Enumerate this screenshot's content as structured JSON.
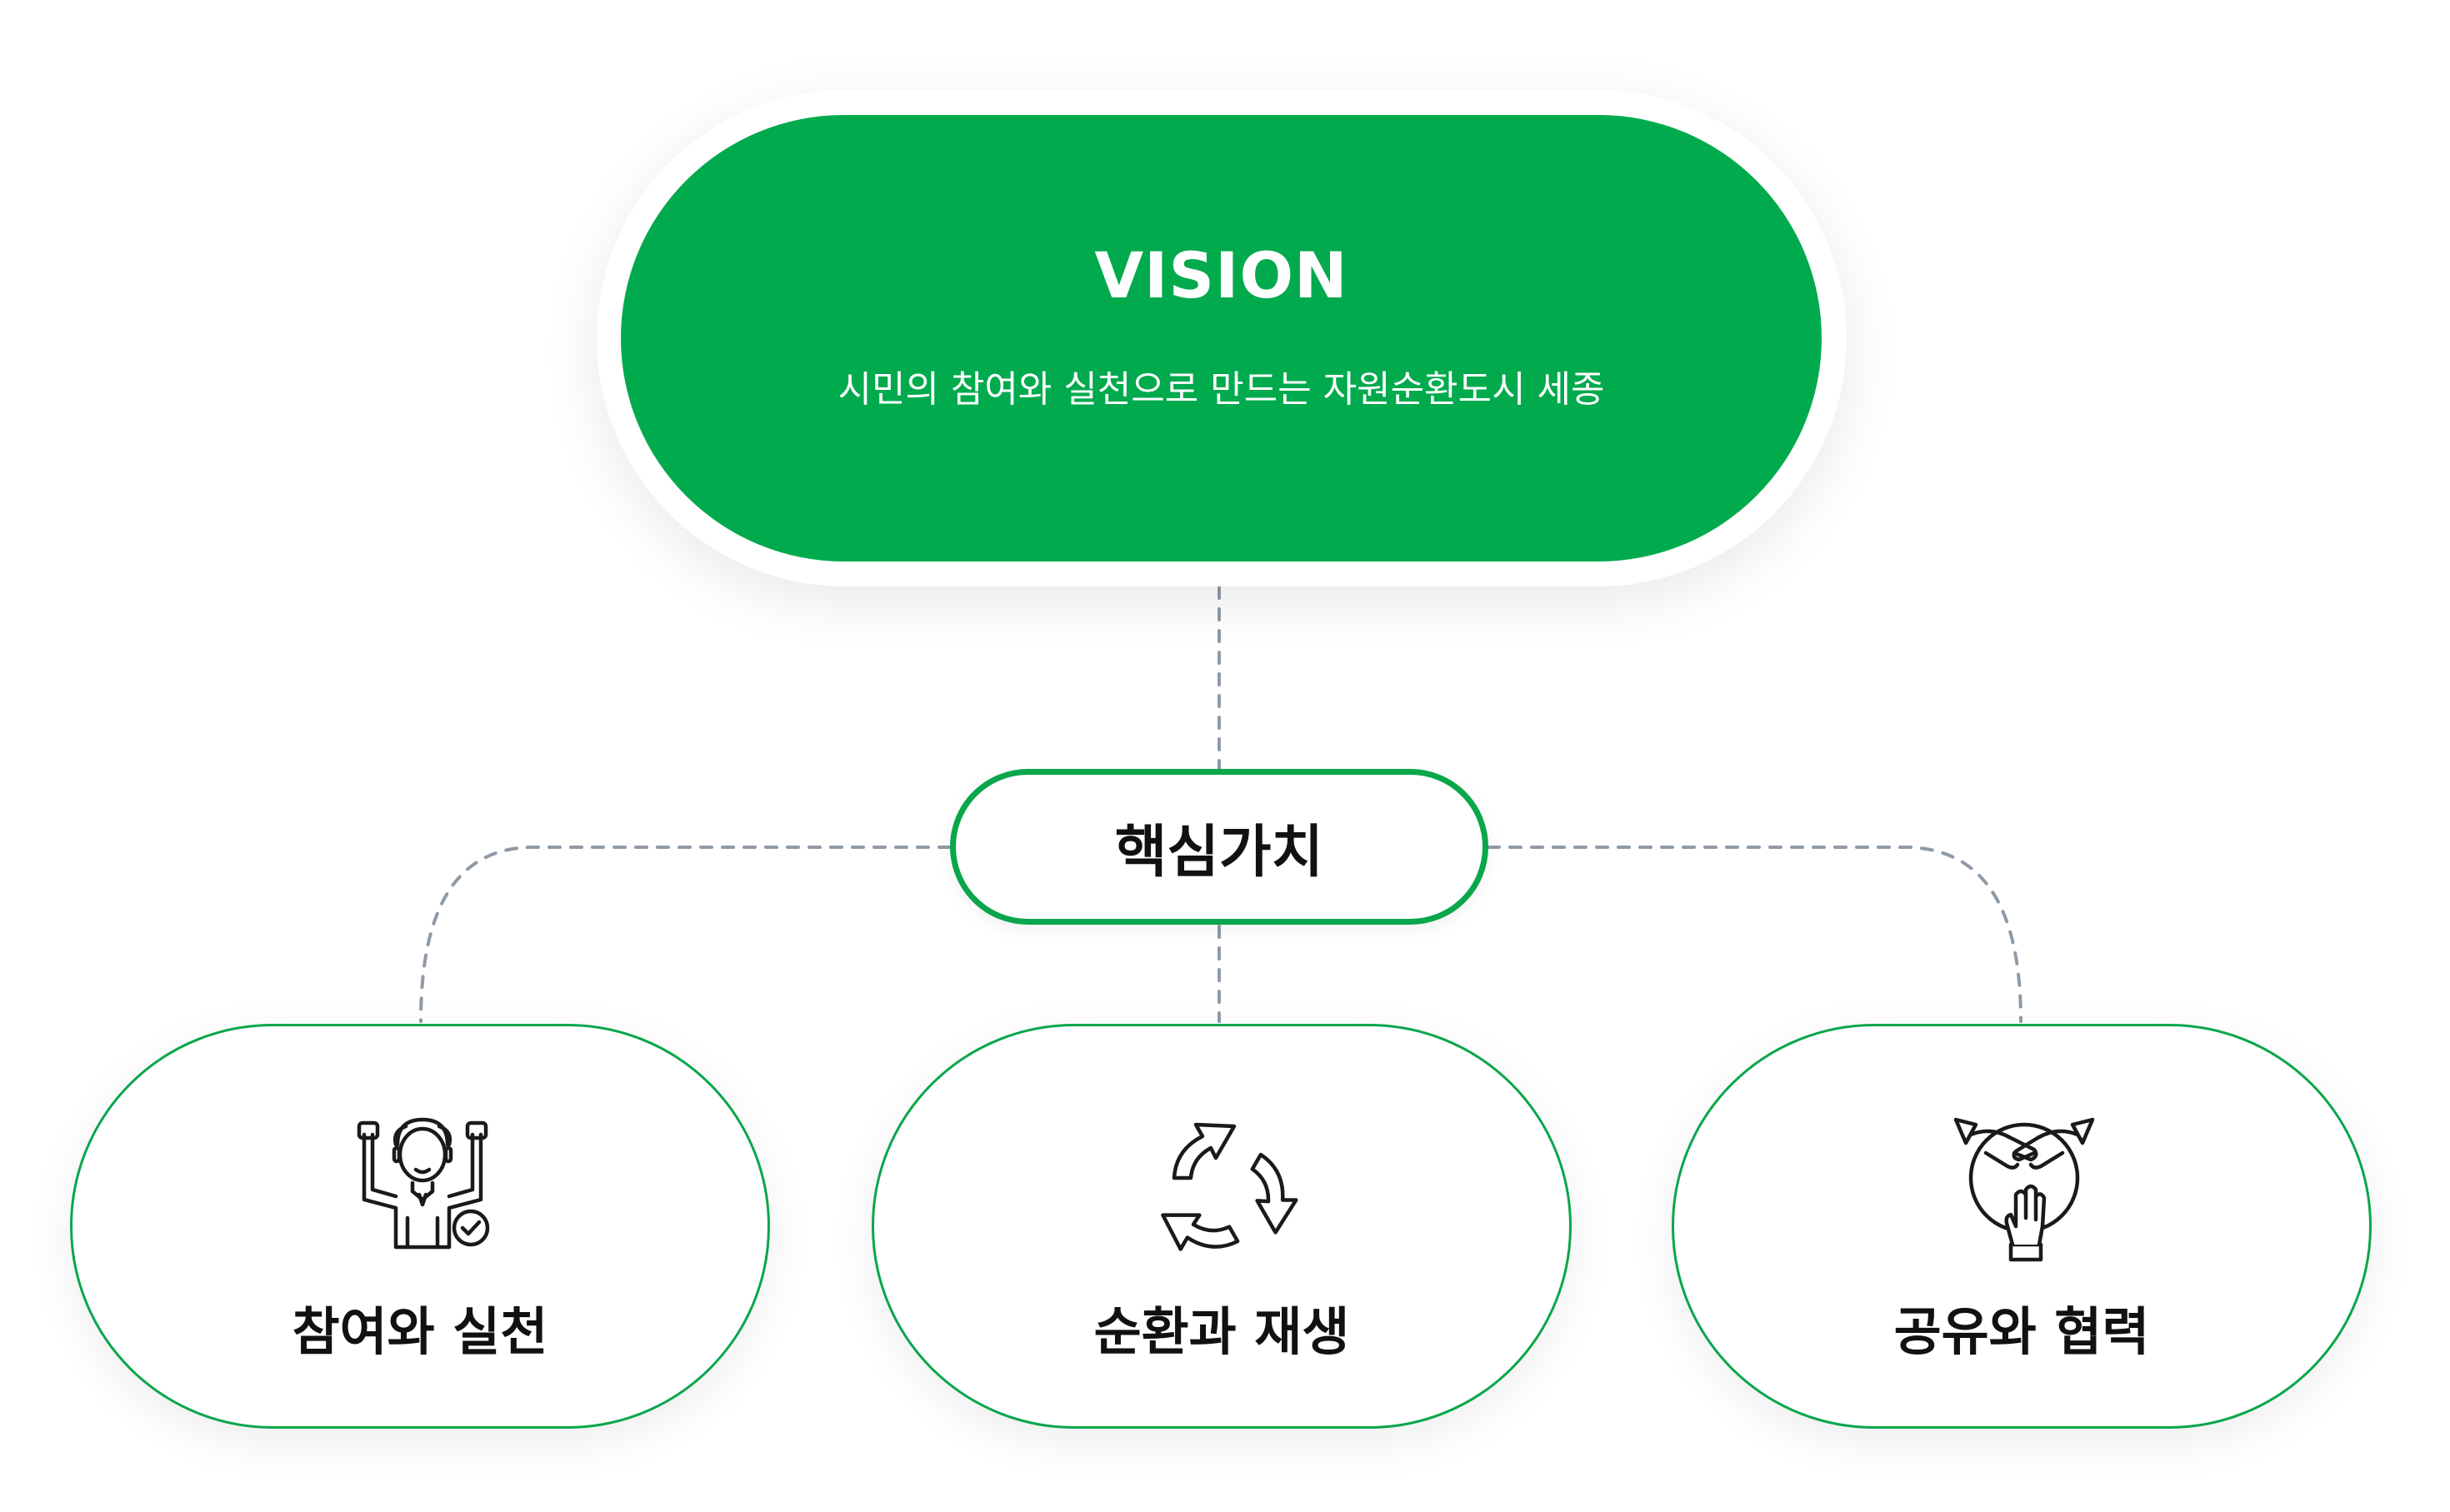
{
  "vision": {
    "title": "VISION",
    "subtitle": "시민의 참여와 실천으로 만드는 자원순환도시 세종"
  },
  "core_values": {
    "label": "핵심가치",
    "items": [
      {
        "label": "참여와 실천",
        "icon": "person-celebrating-icon"
      },
      {
        "label": "순환과 재생",
        "icon": "recycle-arrows-icon"
      },
      {
        "label": "공유와 협력",
        "icon": "stacked-hands-icon"
      }
    ]
  },
  "colors": {
    "brand_green": "#00aa4d",
    "border_green": "#0aa64b",
    "connector_gray": "#8f9aa6",
    "text_dark": "#111111"
  }
}
